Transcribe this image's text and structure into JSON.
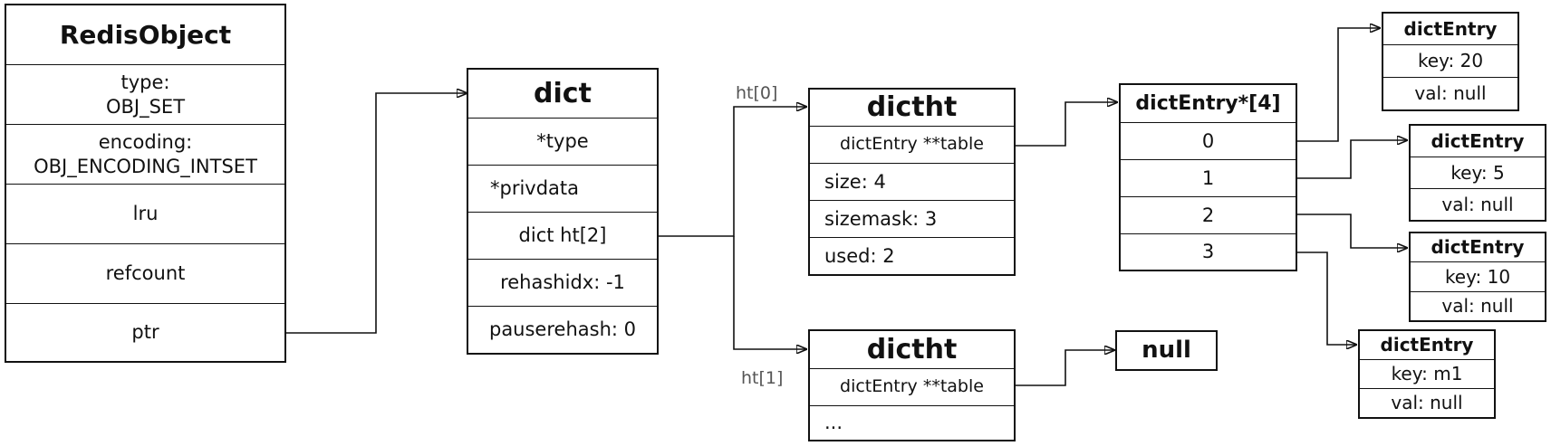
{
  "redis_object": {
    "title": "RedisObject",
    "type_label": "type:",
    "type_value": "OBJ_SET",
    "encoding_label": "encoding:",
    "encoding_value": "OBJ_ENCODING_INTSET",
    "lru": "lru",
    "refcount": "refcount",
    "ptr": "ptr"
  },
  "dict": {
    "title": "dict",
    "type": "*type",
    "privdata": "*privdata",
    "ht": "dict ht[2]",
    "rehashidx": "rehashidx: -1",
    "pauserehash": "pauserehash: 0"
  },
  "labels": {
    "ht0": "ht[0]",
    "ht1": "ht[1]"
  },
  "dictht0": {
    "title": "dictht",
    "table": "dictEntry **table",
    "size": "size: 4",
    "sizemask": "sizemask: 3",
    "used": "used: 2"
  },
  "dictht1": {
    "title": "dictht",
    "table": "dictEntry **table",
    "more": "..."
  },
  "null_box": {
    "label": "null"
  },
  "array": {
    "title": "dictEntry*[4]",
    "slots": [
      "0",
      "1",
      "2",
      "3"
    ]
  },
  "entries": [
    {
      "title": "dictEntry",
      "key": "key: 20",
      "val": "val: null"
    },
    {
      "title": "dictEntry",
      "key": "key: 5",
      "val": "val: null"
    },
    {
      "title": "dictEntry",
      "key": "key: 10",
      "val": "val: null"
    },
    {
      "title": "dictEntry",
      "key": "key: m1",
      "val": "val: null"
    }
  ]
}
